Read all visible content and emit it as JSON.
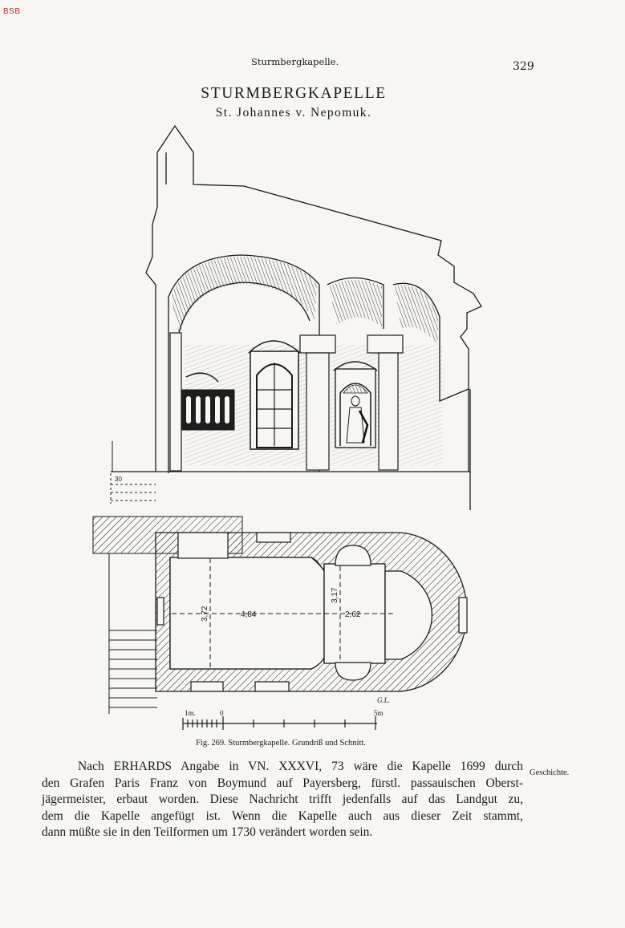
{
  "page": {
    "library_mark": "BSB",
    "running_head": "Sturmbergkapelle.",
    "page_number": "329",
    "title": "STURMBERGKAPELLE",
    "subtitle": "St. Johannes v. Nepomuk.",
    "caption": "Fig. 269. Sturmbergkapelle. Grundriß und Schnitt.",
    "margin_note": "Geschichte.",
    "body_lines": [
      "Nach ERHARDS Angabe in VN. XXXVI, 73 wäre die Kapelle 1699 durch",
      "den Grafen Paris Franz von Boymund auf Payersberg, fürstl. passauischen Oberst-",
      "jägermeister, erbaut worden. Diese Nachricht trifft jedenfalls auf das Landgut zu,",
      "dem die Kapelle angefügt ist. Wenn die Kapelle auch aus dieser Zeit stammt,",
      "dann müßte sie in den Teilformen um 1730 verändert worden sein."
    ]
  },
  "figure": {
    "plan_dimensions": [
      "3,72",
      "4,84",
      "3,17",
      "2,62"
    ],
    "scale_labels": [
      "1m.",
      "0",
      "5m"
    ],
    "section_label": "30",
    "signature": "G.L."
  }
}
